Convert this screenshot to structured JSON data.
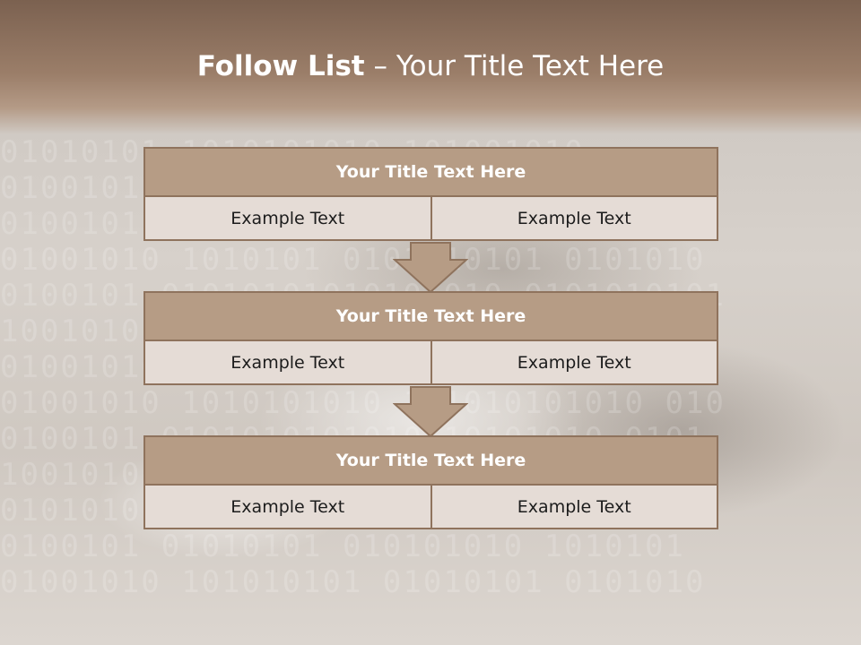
{
  "slide": {
    "title_bold": "Follow List",
    "title_rest": " – Your Title Text Here"
  },
  "blocks": [
    {
      "title": "Your Title Text Here",
      "left": "Example Text",
      "right": "Example Text"
    },
    {
      "title": "Your Title Text Here",
      "left": "Example Text",
      "right": "Example Text"
    },
    {
      "title": "Your Title Text Here",
      "left": "Example Text",
      "right": "Example Text"
    }
  ],
  "colors": {
    "header": "#8f735d",
    "block_title": "#b69c85",
    "cell": "#e5dcd6",
    "border": "#8f735d"
  }
}
